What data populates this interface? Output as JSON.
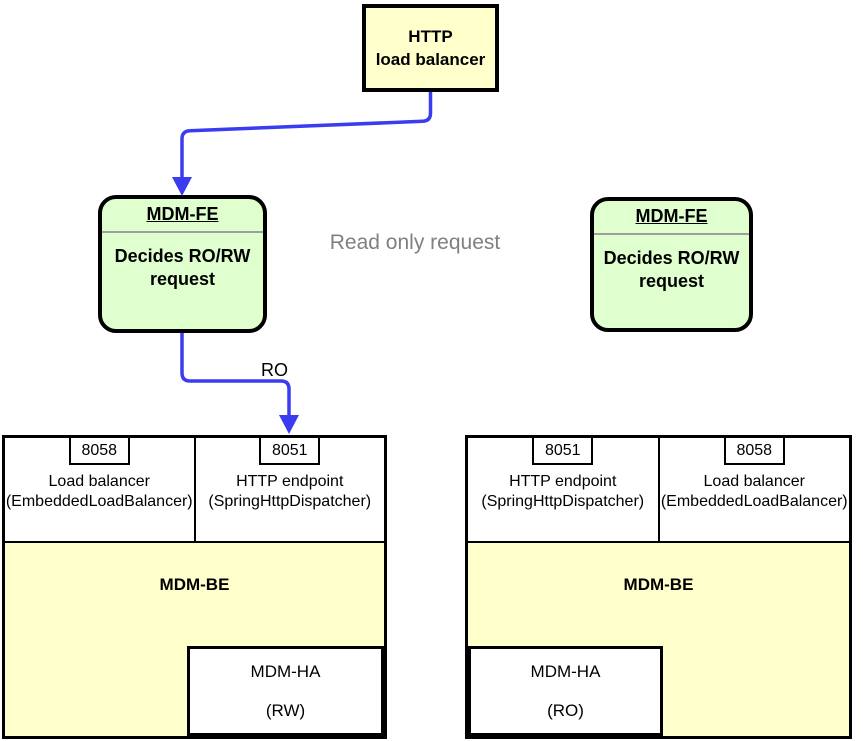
{
  "http_lb": {
    "line1": "HTTP",
    "line2": "load balancer"
  },
  "fe_left": {
    "title": "MDM-FE",
    "body_line1": "Decides RO/RW",
    "body_line2": "request"
  },
  "fe_right": {
    "title": "MDM-FE",
    "body_line1": "Decides RO/RW",
    "body_line2": "request"
  },
  "read_only_label": "Read only request",
  "arrow_label_ro": "RO",
  "be_left": {
    "cells": [
      {
        "port": "8058",
        "line1": "Load balancer",
        "line2": "(EmbeddedLoadBalancer)"
      },
      {
        "port": "8051",
        "line1": "HTTP endpoint",
        "line2": "(SpringHttpDispatcher)"
      }
    ],
    "title": "MDM-BE",
    "ha": {
      "line1": "MDM-HA",
      "line2": "(RW)"
    }
  },
  "be_right": {
    "cells": [
      {
        "port": "8051",
        "line1": "HTTP endpoint",
        "line2": "(SpringHttpDispatcher)"
      },
      {
        "port": "8058",
        "line1": "Load balancer",
        "line2": "(EmbeddedLoadBalancer)"
      }
    ],
    "title": "MDM-BE",
    "ha": {
      "line1": "MDM-HA",
      "line2": "(RO)"
    }
  },
  "colors": {
    "yellow": "#FFFFCC",
    "green": "#E0FFCF",
    "blue": "#3B3BF0",
    "gray_text": "#808080"
  }
}
